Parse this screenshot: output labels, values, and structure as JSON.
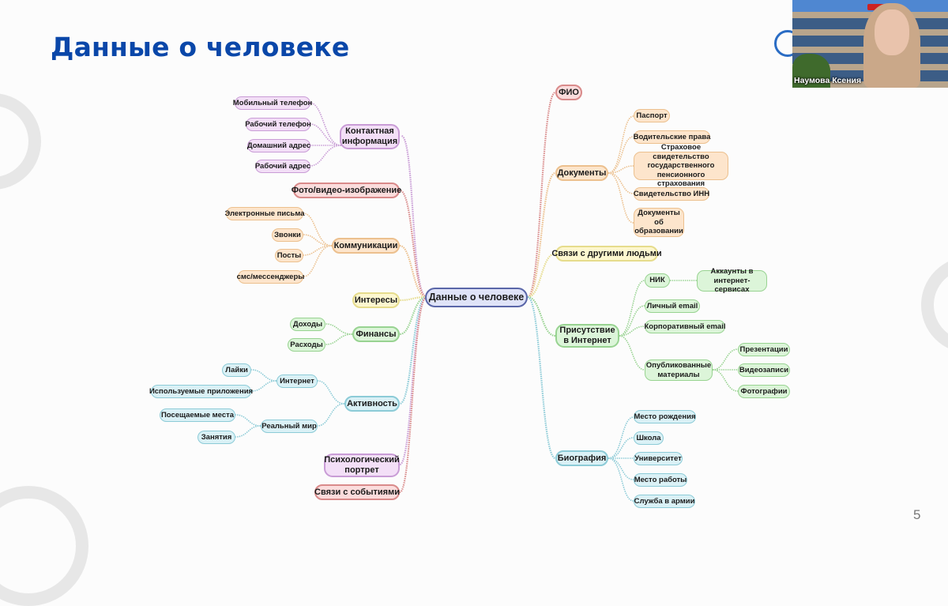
{
  "slide": {
    "title": "Данные о человеке",
    "page_number": "5"
  },
  "webcam": {
    "participant_name": "Наумова Ксения"
  },
  "mindmap": {
    "root": "Данные о человеке",
    "left": {
      "contact": {
        "label": "Контактная информация",
        "children": [
          "Мобильный телефон",
          "Рабочий телефон",
          "Домашний адрес",
          "Рабочий адрес"
        ]
      },
      "photo": {
        "label": "Фото/видео-изображение"
      },
      "communications": {
        "label": "Коммуникации",
        "children": [
          "Электронные письма",
          "Звонки",
          "Посты",
          "смс/мессенджеры"
        ]
      },
      "interests": {
        "label": "Интересы"
      },
      "finance": {
        "label": "Финансы",
        "children": [
          "Доходы",
          "Расходы"
        ]
      },
      "activity": {
        "label": "Активность",
        "internet": {
          "label": "Интернет",
          "children": [
            "Лайки",
            "Используемые приложения"
          ]
        },
        "real_world": {
          "label": "Реальный мир",
          "children": [
            "Посещаемые места",
            "Занятия"
          ]
        }
      },
      "psych": {
        "label": "Психологический портрет"
      },
      "events": {
        "label": "Связи с событиями"
      }
    },
    "right": {
      "fio": {
        "label": "ФИО"
      },
      "documents": {
        "label": "Документы",
        "children": [
          "Паспорт",
          "Водительские права",
          "Страховое свидетельство государственного пенсионного страхования",
          "Свидетельство ИНН",
          "Документы об образовании"
        ]
      },
      "relations": {
        "label": "Связи с другими людьми"
      },
      "internet_presence": {
        "label": "Присутствие в Интернет",
        "nick": {
          "label": "НИК",
          "child": "Аккаунты в интернет-сервисах"
        },
        "children": [
          "Личный email",
          "Корпоративный email"
        ],
        "published": {
          "label": "Опубликованные материалы",
          "children": [
            "Презентации",
            "Видеозаписи",
            "Фотографии"
          ]
        }
      },
      "biography": {
        "label": "Биография",
        "children": [
          "Место рождения",
          "Школа",
          "Университет",
          "Место работы",
          "Служба в армии"
        ]
      }
    }
  },
  "colors": {
    "title": "#0a47a9",
    "purple": "#c99cd6",
    "red": "#d98a8a",
    "orange": "#ecc08e",
    "yellow": "#e6dc8c",
    "green": "#98d391",
    "cyan": "#8ccbd7",
    "root_border": "#5a66a8"
  }
}
